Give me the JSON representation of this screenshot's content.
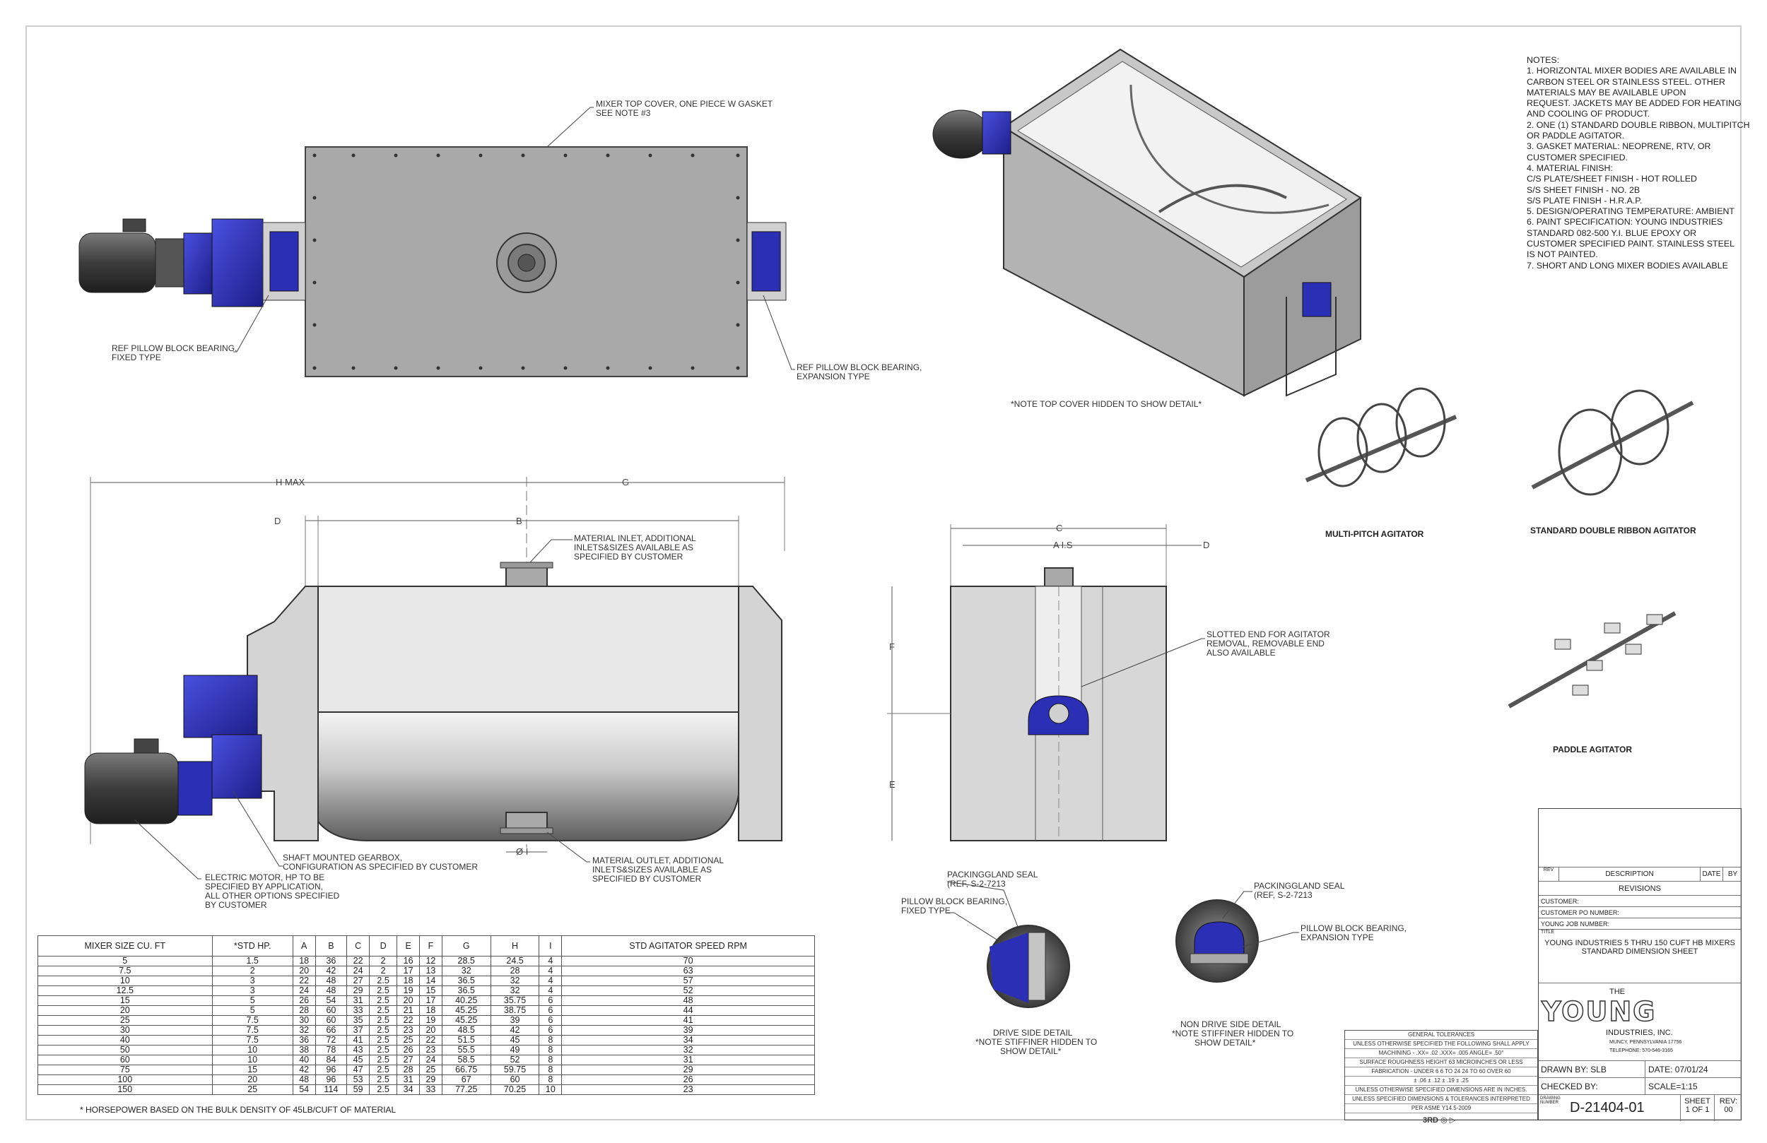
{
  "callouts": {
    "top_cover": [
      "MIXER TOP COVER, ONE PIECE W GASKET",
      "SEE NOTE #3"
    ],
    "ref_fixed": [
      "REF PILLOW BLOCK BEARING,",
      "FIXED TYPE"
    ],
    "ref_expansion": [
      "REF PILLOW BLOCK BEARING,",
      "EXPANSION TYPE"
    ],
    "top_cover_hidden": "*NOTE TOP COVER HIDDEN TO SHOW DETAIL*",
    "material_inlet": [
      "MATERIAL INLET, ADDITIONAL",
      "INLETS&SIZES AVAILABLE AS",
      "SPECIFIED BY CUSTOMER"
    ],
    "shaft_gearbox": [
      "SHAFT MOUNTED GEARBOX,",
      "CONFIGURATION AS SPECIFIED BY CUSTOMER"
    ],
    "electric_motor": [
      "ELECTRIC MOTOR, HP TO BE",
      "SPECIFIED BY APPLICATION,",
      "ALL OTHER OPTIONS SPECIFIED",
      "BY CUSTOMER"
    ],
    "material_outlet": [
      "MATERIAL OUTLET, ADDITIONAL",
      "INLETS&SIZES AVAILABLE AS",
      "SPECIFIED BY CUSTOMER"
    ],
    "slotted_end": [
      "SLOTTED END FOR AGITATOR",
      "REMOVAL, REMOVABLE END",
      "ALSO AVAILABLE"
    ],
    "packing_seal_left": [
      "PACKINGGLAND SEAL",
      "(REF, S-2-7213"
    ],
    "pillow_fixed": [
      "PILLOW BLOCK BEARING,",
      "FIXED TYPE"
    ],
    "drive_side": [
      "DRIVE SIDE DETAIL",
      "*NOTE STIFFINER HIDDEN TO",
      "SHOW DETAIL*"
    ],
    "packing_seal_right": [
      "PACKINGGLAND SEAL",
      "(REF, S-2-7213"
    ],
    "pillow_expansion": [
      "PILLOW BLOCK BEARING,",
      "EXPANSION TYPE"
    ],
    "non_drive_side": [
      "NON DRIVE SIDE DETAIL",
      "*NOTE STIFFINER HIDDEN TO",
      "SHOW DETAIL*"
    ]
  },
  "dimensions": {
    "h_max": "H MAX",
    "g": "G",
    "d": "D",
    "b": "B",
    "c": "C",
    "a_is": "A I.S",
    "f": "F",
    "e": "E",
    "phi_i": "Ø I"
  },
  "agitators": {
    "multi_pitch": "MULTI-PITCH AGITATOR",
    "double_ribbon": "STANDARD DOUBLE RIBBON AGITATOR",
    "paddle": "PADDLE AGITATOR"
  },
  "notes": [
    "NOTES:",
    "1. HORIZONTAL MIXER BODIES ARE AVAILABLE IN",
    "CARBON STEEL OR STAINLESS STEEL. OTHER",
    "MATERIALS MAY BE AVAILABLE UPON",
    "REQUEST. JACKETS MAY BE ADDED FOR HEATING",
    "AND COOLING OF PRODUCT.",
    "2. ONE (1) STANDARD DOUBLE RIBBON, MULTIPITCH",
    "OR PADDLE AGITATOR.",
    "3. GASKET MATERIAL: NEOPRENE, RTV, OR",
    "CUSTOMER SPECIFIED.",
    "4. MATERIAL FINISH:",
    "C/S PLATE/SHEET FINISH - HOT ROLLED",
    "S/S SHEET FINISH - NO. 2B",
    "S/S PLATE FINISH - H.R.A.P.",
    "5. DESIGN/OPERATING TEMPERATURE: AMBIENT",
    "6. PAINT SPECIFICATION: YOUNG INDUSTRIES",
    "STANDARD 082-500 Y.I. BLUE EPOXY OR",
    "CUSTOMER SPECIFIED PAINT. STAINLESS STEEL",
    "IS NOT PAINTED.",
    "7. SHORT AND LONG MIXER BODIES AVAILABLE"
  ],
  "table": {
    "headers": [
      "MIXER SIZE CU. FT",
      "*STD HP.",
      "A",
      "B",
      "C",
      "D",
      "E",
      "F",
      "G",
      "H",
      "I",
      "STD AGITATOR SPEED RPM"
    ],
    "rows": [
      [
        "5",
        "1.5",
        "18",
        "36",
        "22",
        "2",
        "16",
        "12",
        "28.5",
        "24.5",
        "4",
        "70"
      ],
      [
        "7.5",
        "2",
        "20",
        "42",
        "24",
        "2",
        "17",
        "13",
        "32",
        "28",
        "4",
        "63"
      ],
      [
        "10",
        "3",
        "22",
        "48",
        "27",
        "2.5",
        "18",
        "14",
        "36.5",
        "32",
        "4",
        "57"
      ],
      [
        "12.5",
        "3",
        "24",
        "48",
        "29",
        "2.5",
        "19",
        "15",
        "36.5",
        "32",
        "4",
        "52"
      ],
      [
        "15",
        "5",
        "26",
        "54",
        "31",
        "2.5",
        "20",
        "17",
        "40.25",
        "35.75",
        "6",
        "48"
      ],
      [
        "20",
        "5",
        "28",
        "60",
        "33",
        "2.5",
        "21",
        "18",
        "45.25",
        "38.75",
        "6",
        "44"
      ],
      [
        "25",
        "7.5",
        "30",
        "60",
        "35",
        "2.5",
        "22",
        "19",
        "45.25",
        "39",
        "6",
        "41"
      ],
      [
        "30",
        "7.5",
        "32",
        "66",
        "37",
        "2.5",
        "23",
        "20",
        "48.5",
        "42",
        "6",
        "39"
      ],
      [
        "40",
        "7.5",
        "36",
        "72",
        "41",
        "2.5",
        "25",
        "22",
        "51.5",
        "45",
        "8",
        "34"
      ],
      [
        "50",
        "10",
        "38",
        "78",
        "43",
        "2.5",
        "26",
        "23",
        "55.5",
        "49",
        "8",
        "32"
      ],
      [
        "60",
        "10",
        "40",
        "84",
        "45",
        "2.5",
        "27",
        "24",
        "58.5",
        "52",
        "8",
        "31"
      ],
      [
        "75",
        "15",
        "42",
        "96",
        "47",
        "2.5",
        "28",
        "25",
        "66.75",
        "59.75",
        "8",
        "29"
      ],
      [
        "100",
        "20",
        "48",
        "96",
        "53",
        "2.5",
        "31",
        "29",
        "67",
        "60",
        "8",
        "26"
      ],
      [
        "150",
        "25",
        "54",
        "114",
        "59",
        "2.5",
        "34",
        "33",
        "77.25",
        "70.25",
        "10",
        "23"
      ]
    ],
    "footnote": "* HORSEPOWER BASED ON THE BULK DENSITY OF 45LB/CUFT OF MATERIAL"
  },
  "tolerances": {
    "title": "GENERAL TOLERANCES",
    "lines": [
      "UNLESS OTHERWISE SPECIFIED THE FOLLOWING SHALL APPLY",
      "MACHINING - .XX= .02 .XXX= .005 ANGLE= .50°",
      "SURFACE ROUGHNESS HEIGHT 63 MICROINCHES OR LESS",
      "FABRICATION - UNDER 6   6 TO 24   24 TO 60   OVER 60",
      "± .06    ± .12    ± .19    ± .25",
      "UNLESS OTHERWISE SPECIFIED DIMENSIONS ARE IN INCHES.",
      "UNLESS SPECIFIED DIMENSIONS & TOLERANCES INTERPRETED",
      "PER ASME Y14.5-2009"
    ],
    "projection": "3RD"
  },
  "title_block": {
    "rev_header": "REV",
    "description_header": "DESCRIPTION",
    "date_header": "DATE",
    "by_header": "BY",
    "revisions": "REVISIONS",
    "customer": "CUSTOMER:",
    "customer_po": "CUSTOMER PO NUMBER:",
    "young_job": "YOUNG JOB NUMBER:",
    "title_label": "TITLE",
    "title_lines": [
      "YOUNG INDUSTRIES 5 THRU 150 CUFT HB MIXERS",
      "STANDARD DIMENSION SHEET"
    ],
    "company_the": "THE",
    "company_logo": "YOUNG",
    "company_ind": "INDUSTRIES,     INC.",
    "company_city": "MUNCY, PENNSYLVANIA   17756",
    "company_tel": "TELEPHONE:        570-546-3165",
    "drawn_by": "DRAWN BY: SLB",
    "date": "DATE: 07/01/24",
    "checked_by": "CHECKED BY:",
    "scale": "SCALE=1:15",
    "drawing_number_label": "DRAWING NUMBER",
    "drawing_number": "D-21404-01",
    "sheet_label": "SHEET",
    "sheet_value": "1 OF 1",
    "rev_label": "REV:",
    "rev_value": "00"
  },
  "colors": {
    "steel": "#a9a9a9",
    "steel_dark": "#6e6e6e",
    "panel": "#d9d9d9",
    "blue": "#2b2fb5",
    "motor": "#3a3a3a",
    "line": "#444444"
  }
}
